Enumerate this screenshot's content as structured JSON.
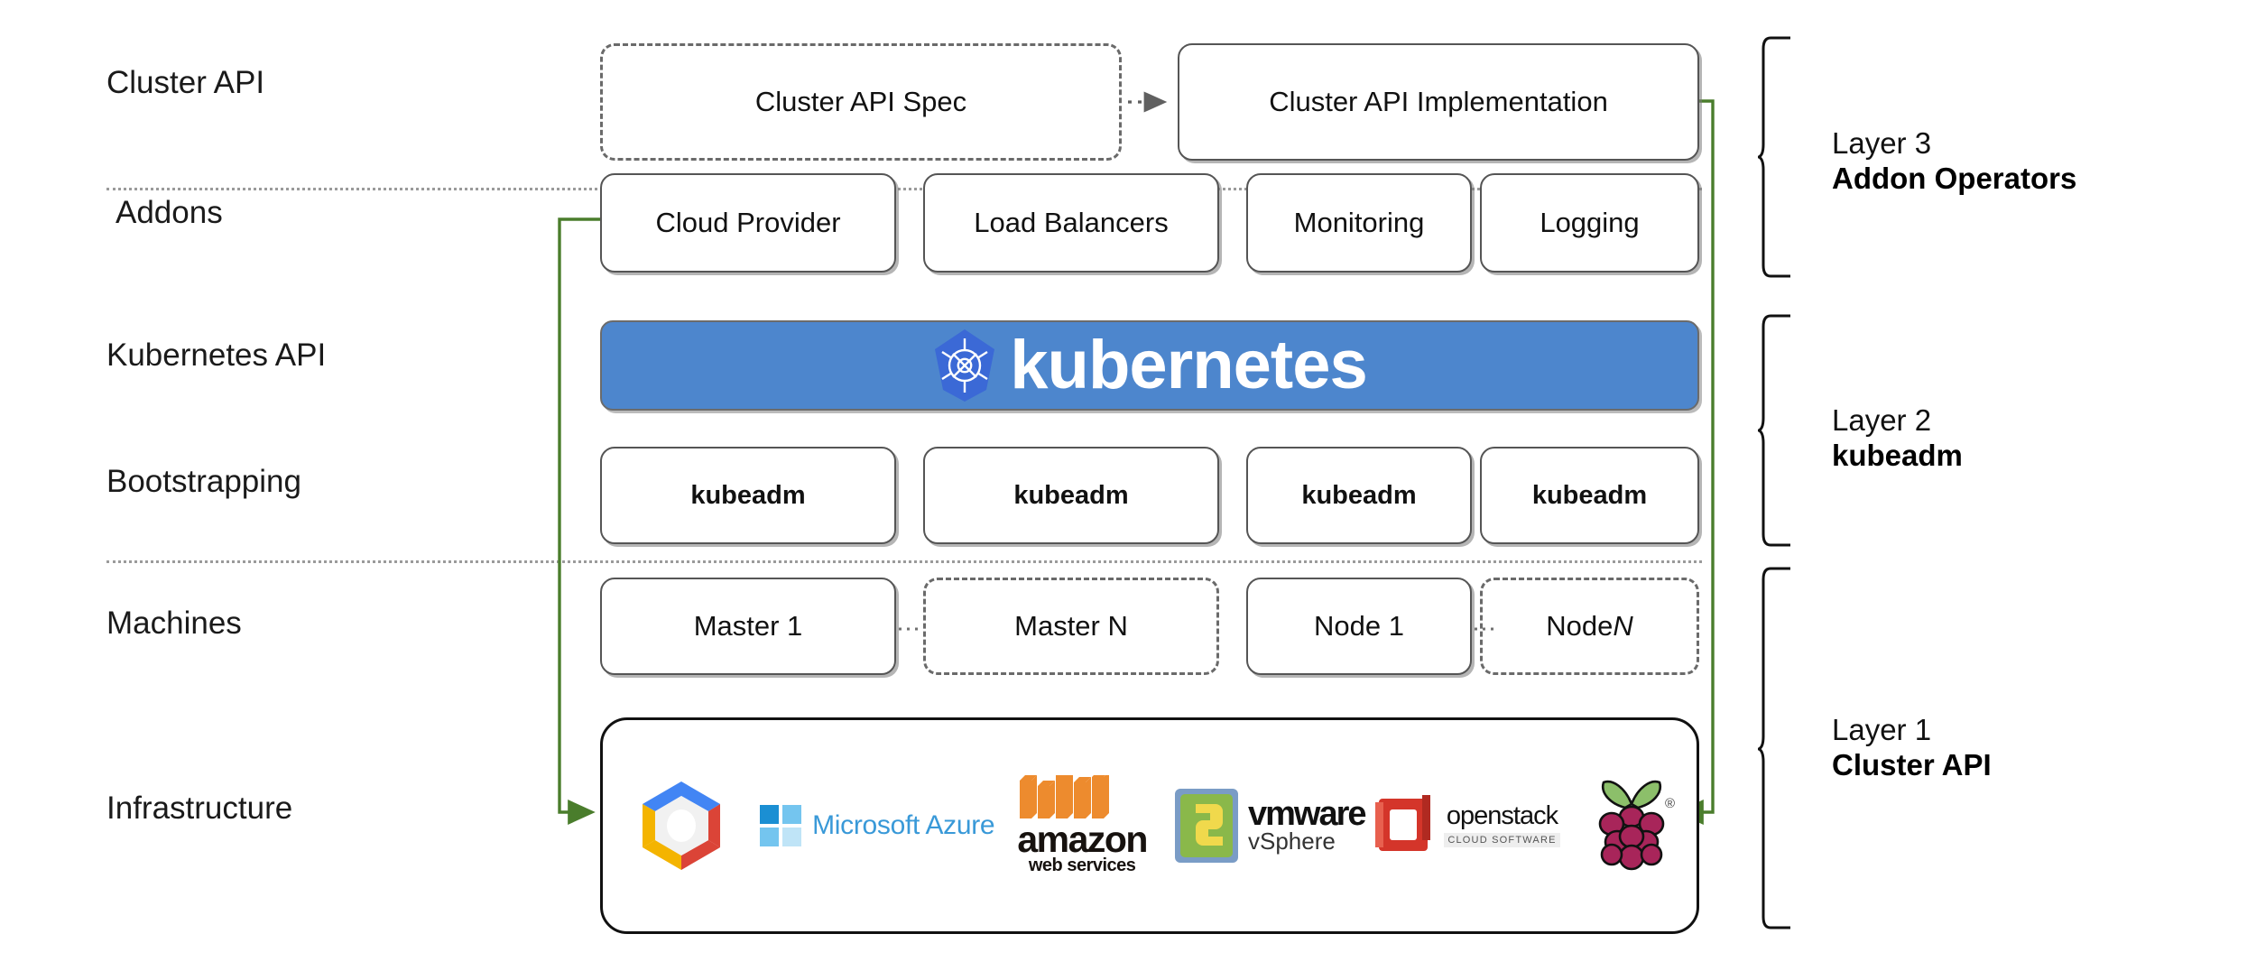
{
  "diagram": {
    "title": "Kubernetes Cluster API layered architecture",
    "accent_green": "#4a7d2c",
    "kubernetes_blue": "#4d86cd",
    "box_border": "#555555",
    "row_labels": [
      {
        "name": "cluster-api",
        "label": "Cluster API"
      },
      {
        "name": "addons",
        "label": "Addons"
      },
      {
        "name": "kubernetes-api",
        "label": "Kubernetes API"
      },
      {
        "name": "bootstrapping",
        "label": "Bootstrapping"
      },
      {
        "name": "machines",
        "label": "Machines"
      },
      {
        "name": "infrastructure",
        "label": "Infrastructure"
      }
    ],
    "cluster_api_row": {
      "spec": "Cluster API Spec",
      "implementation": "Cluster API Implementation"
    },
    "addons_row": [
      "Cloud Provider",
      "Load Balancers",
      "Monitoring",
      "Logging"
    ],
    "kubernetes_band": {
      "wordmark": "kubernetes",
      "icon": "kubernetes-helm-wheel-icon"
    },
    "bootstrapping_row": [
      "kubeadm",
      "kubeadm",
      "kubeadm",
      "kubeadm"
    ],
    "machines_row": [
      {
        "label": "Master 1",
        "style": "solid",
        "italic_tail": ""
      },
      {
        "label": "Master N",
        "style": "dashed",
        "italic_tail": ""
      },
      {
        "label": "Node 1",
        "style": "solid",
        "italic_tail": ""
      },
      {
        "label": "Node ",
        "style": "dashed",
        "italic_tail": "N"
      }
    ],
    "infrastructure_logos": [
      {
        "name": "google-cloud-logo",
        "text": ""
      },
      {
        "name": "microsoft-azure-logo",
        "text": "Microsoft Azure"
      },
      {
        "name": "amazon-web-services-logo",
        "text": "amazon",
        "subtext": "web services"
      },
      {
        "name": "vmware-vsphere-logo",
        "text": "vmware",
        "subtext": "vSphere"
      },
      {
        "name": "openstack-logo",
        "text": "openstack",
        "subtext": "CLOUD SOFTWARE"
      },
      {
        "name": "raspberry-pi-logo",
        "text": ""
      }
    ],
    "layers": [
      {
        "name": "layer-3",
        "line1": "Layer 3",
        "line2": "Addon Operators"
      },
      {
        "name": "layer-2",
        "line1": "Layer 2",
        "line2": "kubeadm"
      },
      {
        "name": "layer-1",
        "line1": "Layer 1",
        "line2": "Cluster API"
      }
    ]
  }
}
